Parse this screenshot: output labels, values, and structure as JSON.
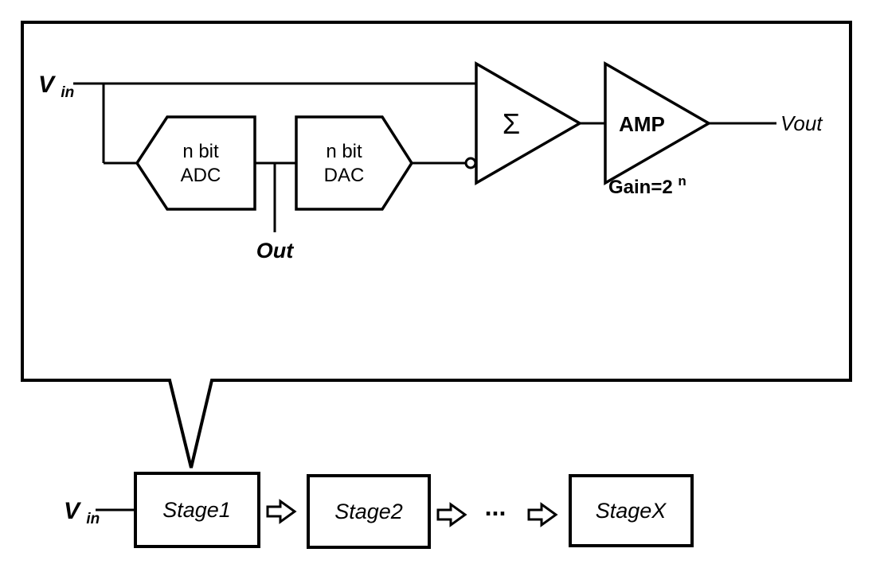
{
  "colors": {
    "accent": "#25A8E0",
    "stroke": "#000000",
    "background": "#ffffff"
  },
  "stage_detail": {
    "vin": {
      "base": "V",
      "sub": "in"
    },
    "adc": {
      "line1": "n bit",
      "line2": "ADC"
    },
    "dac": {
      "line1": "n bit",
      "line2": "DAC"
    },
    "out_label": "Out",
    "summer_symbol": "Σ",
    "amp_label": "AMP",
    "gain": {
      "base": "Gain=2",
      "sup": "n"
    },
    "vout_label": "Vout"
  },
  "pipeline": {
    "vin": {
      "base": "V",
      "sub": "in"
    },
    "stages": [
      "Stage1",
      "Stage2",
      "StageX"
    ],
    "ellipsis": "..."
  }
}
